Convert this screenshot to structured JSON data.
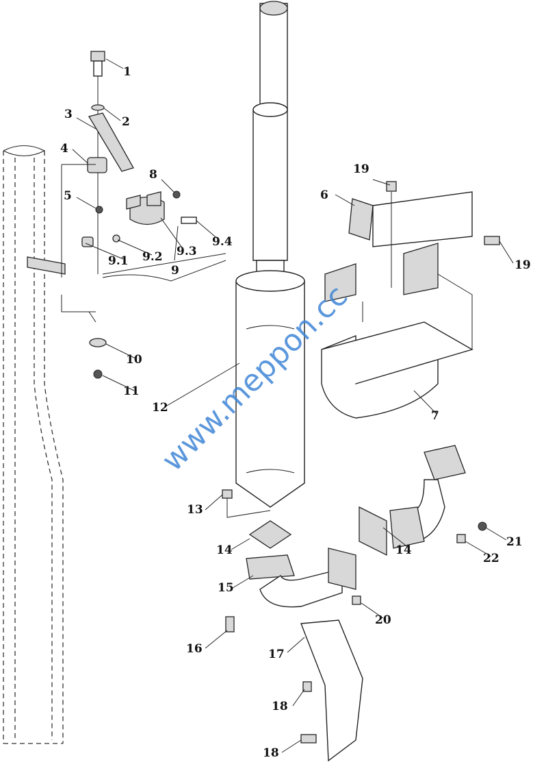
{
  "diagram": {
    "type": "exploded-parts-diagram",
    "watermark": "www.meppon.cc",
    "callouts": [
      "1",
      "2",
      "3",
      "4",
      "5",
      "8",
      "9.1",
      "9.2",
      "9.3",
      "9.4",
      "9",
      "10",
      "11",
      "12",
      "13",
      "14",
      "14",
      "15",
      "16",
      "17",
      "18",
      "18",
      "19",
      "19",
      "6",
      "7",
      "20",
      "21",
      "22"
    ]
  }
}
